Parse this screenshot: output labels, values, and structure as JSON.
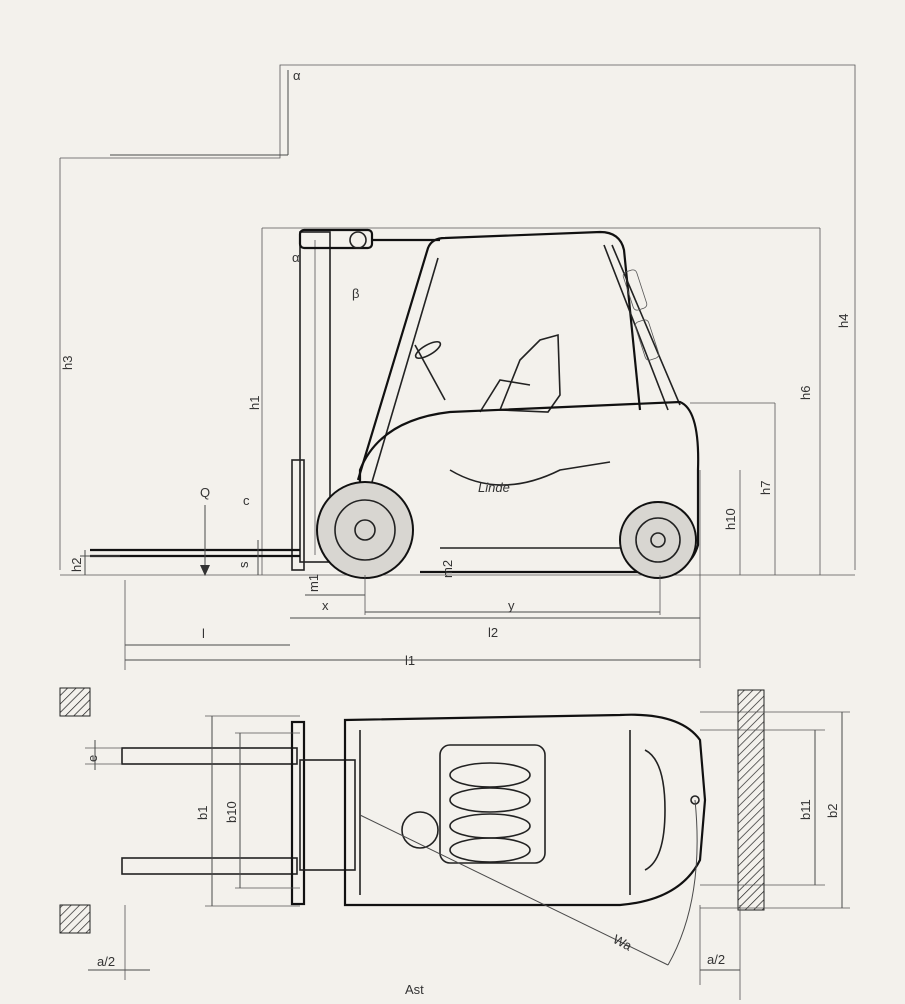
{
  "labels": {
    "h3": "h3",
    "h4": "h4",
    "h1": "h1",
    "h6": "h6",
    "h7": "h7",
    "h10": "h10",
    "h2": "h2",
    "s": "s",
    "c": "c",
    "Q": "Q",
    "m1": "m1",
    "m2": "m2",
    "x": "x",
    "y": "y",
    "l": "l",
    "l2": "l2",
    "l1": "l1",
    "alpha": "α",
    "beta": "β",
    "e": "e",
    "b1": "b1",
    "b10": "b10",
    "b11": "b11",
    "b2": "b2",
    "wa": "Wa",
    "a2_left": "a/2",
    "a2_right": "a/2",
    "ast": "Ast"
  },
  "brand": "Linde"
}
